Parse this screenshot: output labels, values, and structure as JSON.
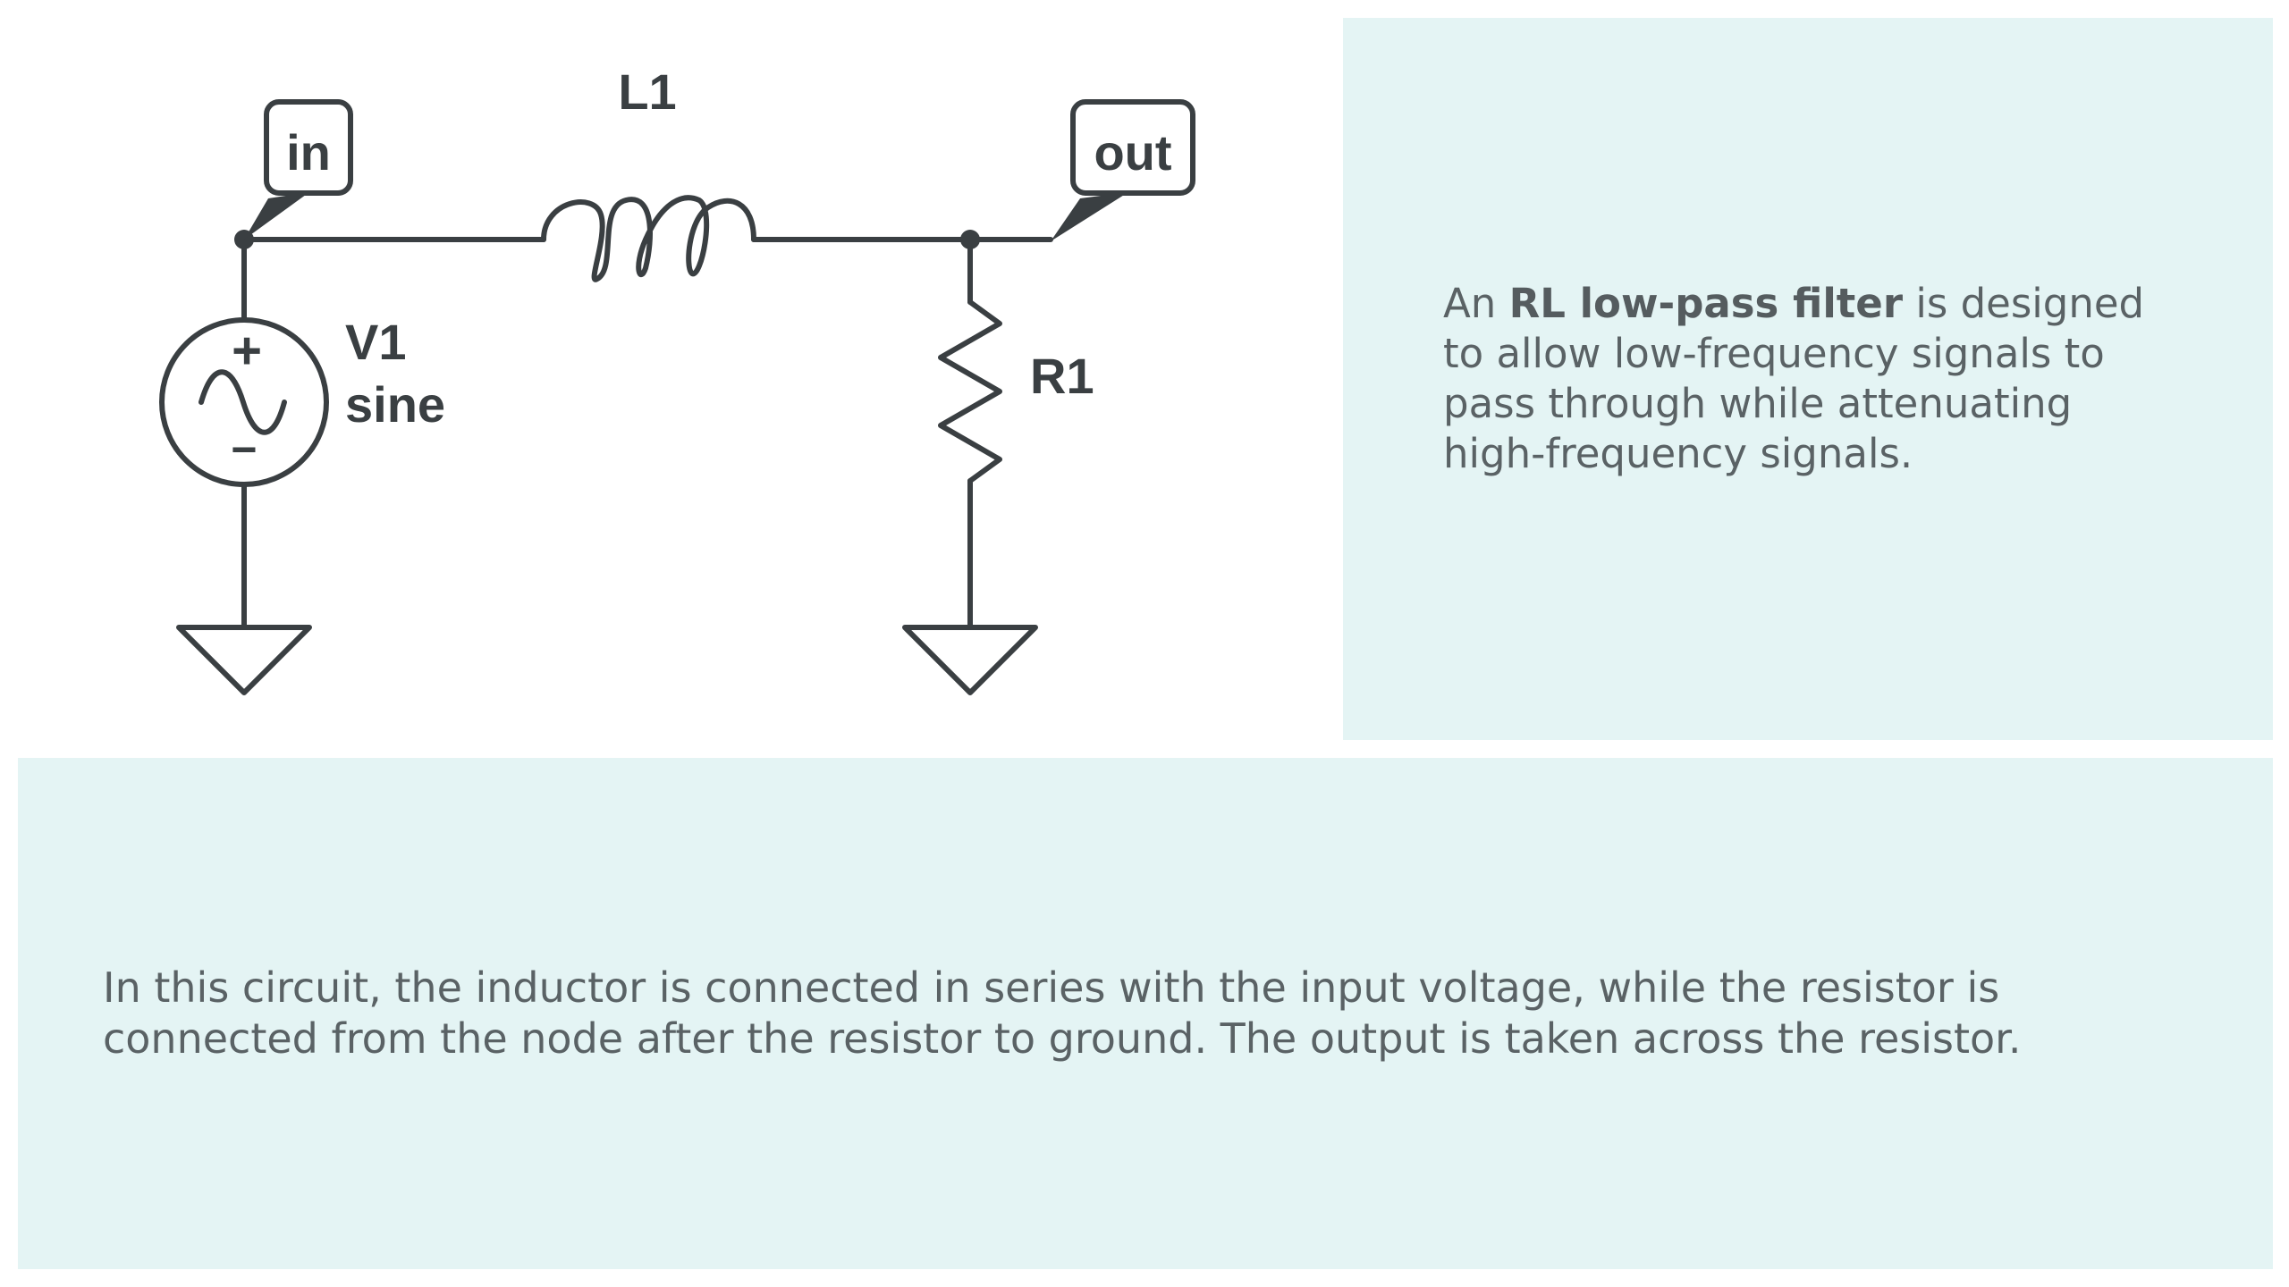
{
  "circuit": {
    "labels": {
      "inductor": "L1",
      "source_name": "V1",
      "source_type": "sine",
      "resistor": "R1"
    },
    "net_labels": {
      "input": "in",
      "output": "out"
    },
    "source_polarity": {
      "plus": "+",
      "minus": "−"
    }
  },
  "description": {
    "intro": "An ",
    "term": "RL low-pass filter",
    "rest": " is designed to allow low-frequency signals to pass through while attenuating high-frequency signals."
  },
  "details": {
    "text": "In this circuit, the inductor is connected in series with the input voltage, while the resistor is connected from the node after the resistor to ground. The output is taken across the resistor."
  },
  "colors": {
    "panel_background": "#e4f4f4",
    "wire": "#3a3f42",
    "body_text": "#5a6265"
  }
}
